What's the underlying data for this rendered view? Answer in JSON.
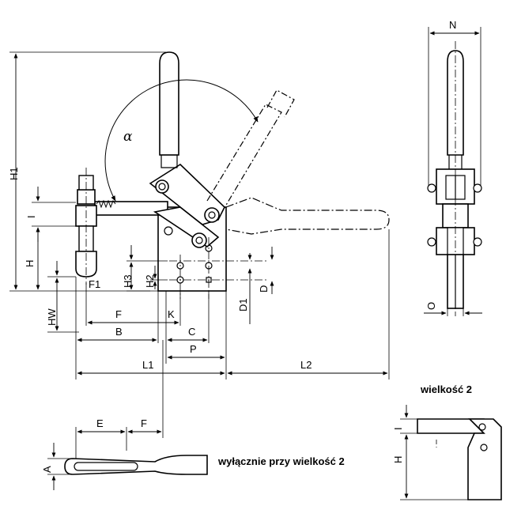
{
  "dimensions": {
    "H1": "H1",
    "I": "I",
    "H": "H",
    "HW": "HW",
    "F1": "F1",
    "H3": "H3",
    "H2": "H2",
    "D1": "D1",
    "D": "D",
    "F": "F",
    "K": "K",
    "B": "B",
    "C": "C",
    "P": "P",
    "L1": "L1",
    "L2": "L2",
    "N": "N",
    "O": "O",
    "E": "E",
    "F_bottom": "F",
    "A": "A",
    "I_small": "I",
    "H_small": "H"
  },
  "angle_label": "α",
  "notes": {
    "size2_only": "wyłącznie przy wielkość 2",
    "size2": "wielkość 2"
  },
  "colors": {
    "line": "#000000",
    "fill": "#ffffff",
    "centerline": "#000000"
  }
}
